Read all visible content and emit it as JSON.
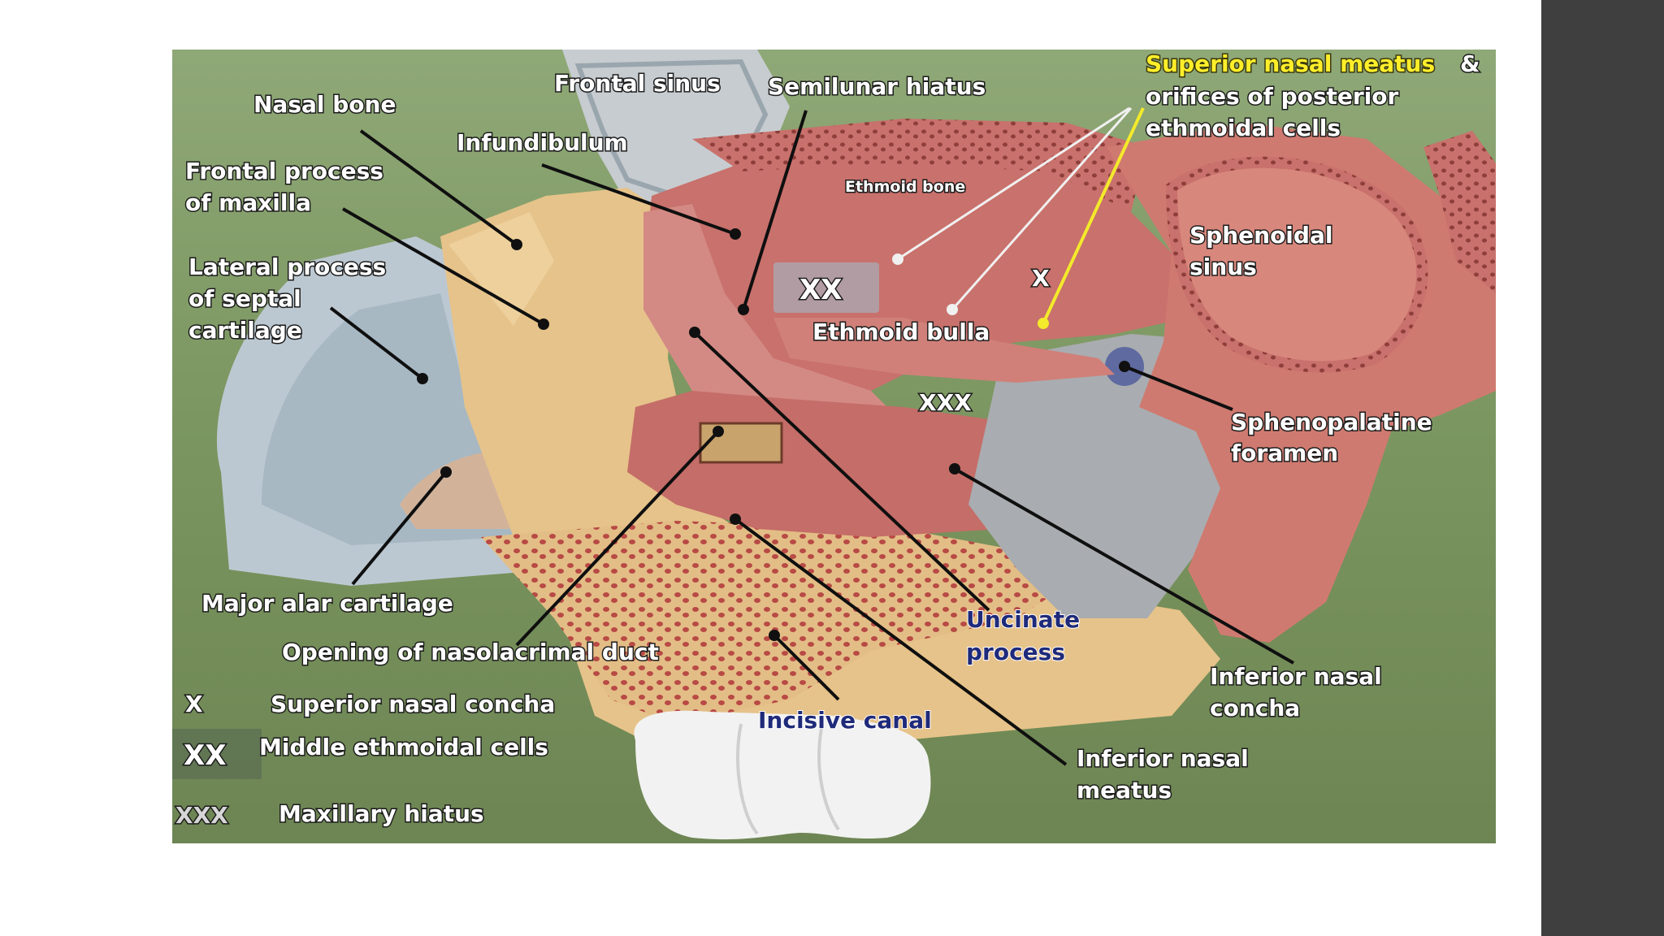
{
  "figure": {
    "labels": {
      "nasal_bone": "Nasal bone",
      "frontal_sinus": "Frontal sinus",
      "semilunar_hiatus": "Semilunar hiatus",
      "superior_nasal_meatus": "Superior nasal meatus",
      "ampersand": "&",
      "orifices_line1": "orifices of posterior",
      "orifices_line2": "ethmoidal cells",
      "infundibulum": "Infundibulum",
      "frontal_process_line1": "Frontal process",
      "frontal_process_line2": "of maxilla",
      "ethmoid_bone": "Ethmoid bone",
      "sphenoidal_line1": "Sphenoidal",
      "sphenoidal_line2": "sinus",
      "lateral_process_line1": "Lateral process",
      "lateral_process_line2": "of septal",
      "lateral_process_line3": "cartilage",
      "ethmoid_bulla": "Ethmoid  bulla",
      "sphenopalatine_line1": "Sphenopalatine",
      "sphenopalatine_line2": "foramen",
      "major_alar_cartilage": "Major alar cartilage",
      "opening_nasolacrimal": "Opening of nasolacrimal duct",
      "uncinate_line1": "Uncinate",
      "uncinate_line2": "process",
      "inferior_concha_line1": "Inferior nasal",
      "inferior_concha_line2": "concha",
      "incisive_canal": "Incisive canal",
      "inferior_meatus_line1": "Inferior nasal",
      "inferior_meatus_line2": "meatus"
    },
    "markers": {
      "x": "X",
      "xx": "XX",
      "xxx": "XXX"
    },
    "legend": [
      {
        "symbol": "X",
        "text": "Superior nasal concha"
      },
      {
        "symbol": "XX",
        "text": "Middle ethmoidal cells"
      },
      {
        "symbol": "XXX",
        "text": "Maxillary hiatus"
      }
    ],
    "colors": {
      "background_green": "#7f9a64",
      "bone_pink": "#c9716c",
      "cartilage_yellow": "#e6c38a",
      "cartilage_blue": "#bcc8d1",
      "teeth_white": "#f2f2f2",
      "blue_label": "#1f2a7a",
      "yellow_label": "#ffee2a"
    }
  }
}
